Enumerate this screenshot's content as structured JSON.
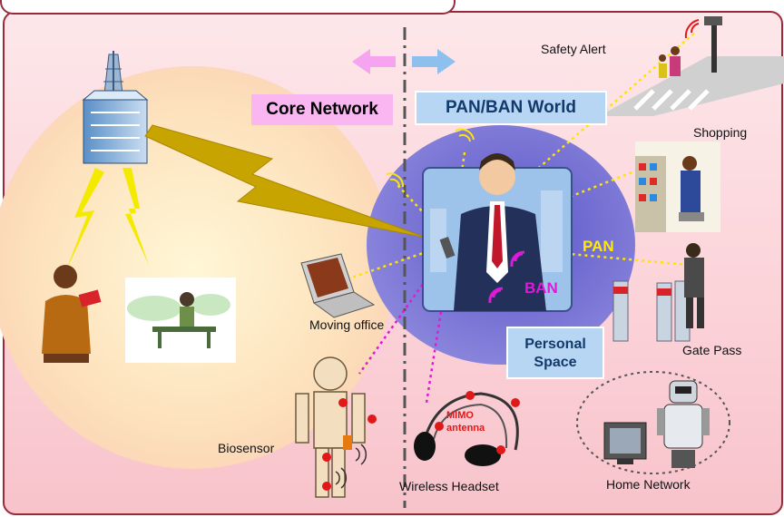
{
  "labels": {
    "core_network": "Core Network",
    "pan_ban_world": "PAN/BAN World",
    "personal_space_line1": "Personal",
    "personal_space_line2": "Space",
    "pan": "PAN",
    "ban": "BAN",
    "safety_alert": "Safety Alert",
    "shopping": "Shopping",
    "moving_office": "Moving office",
    "gate_pass": "Gate Pass",
    "biosensor": "Biosensor",
    "wireless_headset": "Wireless Headset",
    "home_network": "Home Network",
    "mimo_line1": "MIMO",
    "mimo_line2": "antenna"
  },
  "colors": {
    "frame": "#9a2a3a",
    "pan_link": "#ffe400",
    "ban_link": "#e018d8",
    "core_box": "#f9b6f0",
    "world_box": "#b7d6f4",
    "cellular_bolt": "#c8a400"
  }
}
